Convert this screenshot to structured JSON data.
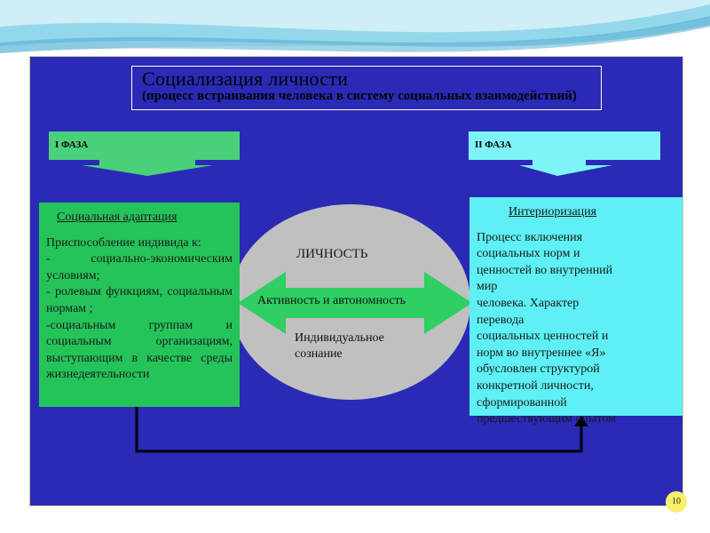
{
  "title": "Социализация личности",
  "subtitle": "(процесс встраивания человека в систему социальных взаимодействий)",
  "phases": {
    "left": "I ФАЗА",
    "right": "II ФАЗА"
  },
  "left_card": {
    "heading": "Социальная адаптация",
    "text": "Приспособление индивида к:\n- социально-экономическим условиям;\n- ролевым функциям, социальным нормам ;\n-социальным группам и социальным организациям, выступающим в качестве среды жизнедеятельности"
  },
  "right_card": {
    "heading": "Интериоризация",
    "text": "Процесс включения\nсоциальных норм и\nценностей во внутренний\nмир\nчеловека. Характер\nперевода\nсоциальных ценностей и\nнорм во внутреннее «Я»\nобусловлен структурой\nконкретной личности,\nсформированной\nпредшествующим опытом"
  },
  "center": {
    "label": "ЛИЧНОСТЬ",
    "arrow_label": "Активность и автономность",
    "consciousness": "Индивидуальное\nсознание"
  },
  "page_number": "10",
  "colors": {
    "panel": "#2a2ab6",
    "left_phase": "#4ad07a",
    "left_card": "#25c45a",
    "right_phase": "#7ef4f8",
    "right_card": "#5ef0f4",
    "ellipse": "#c0c0c0",
    "arrow": "#2fcf63"
  }
}
